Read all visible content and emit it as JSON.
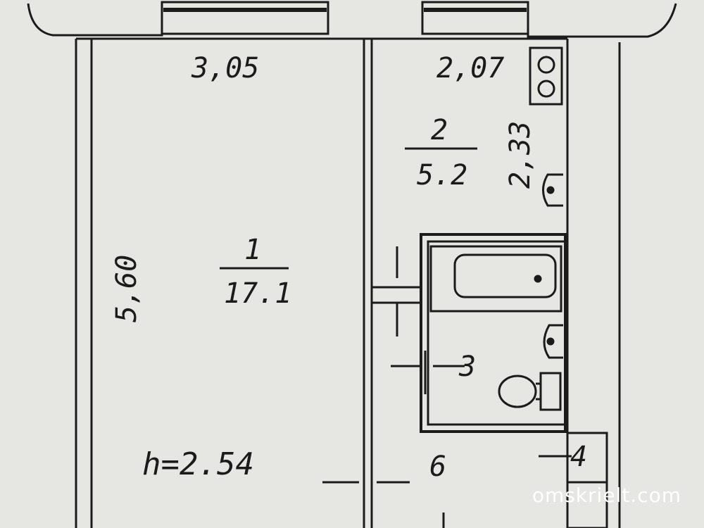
{
  "plan": {
    "labels": {
      "width_room1": "3,05",
      "width_room2": "2,07",
      "length_room1": "5,60",
      "length_room2": "2,33",
      "room1_number": "1",
      "room1_area": "17.1",
      "room2_number": "2",
      "room2_area": "5.2",
      "room3_number": "3",
      "room4_number": "4",
      "room6_number": "6",
      "ceiling_height": "h=2.54"
    }
  },
  "watermark": "omskrielt.com",
  "colors": {
    "paper": "#e6e6e3",
    "ink": "#1b1b1b",
    "watermark": "#ffffff"
  }
}
